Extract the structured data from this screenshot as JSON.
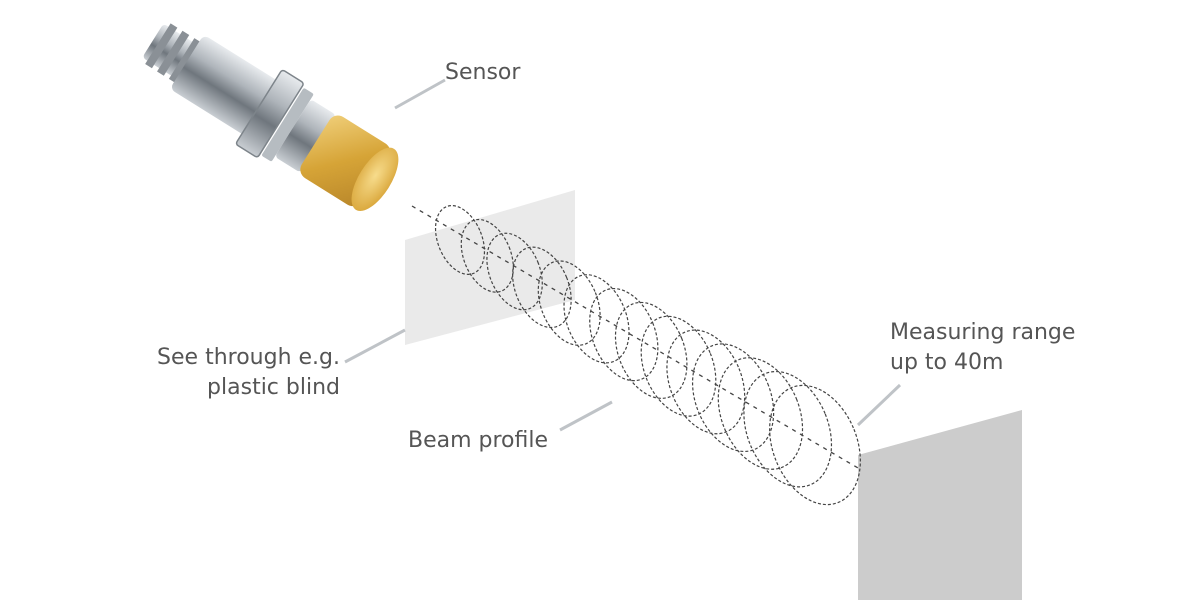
{
  "labels": {
    "sensor": "Sensor",
    "see_through_line1": "See through e.g.",
    "see_through_line2": "plastic blind",
    "beam_profile": "Beam profile",
    "measuring_range_line1": "Measuring range",
    "measuring_range_line2": "up to 40m"
  },
  "colors": {
    "sensor_body": "#9aa0a6",
    "sensor_head": "#d8a93a",
    "panel": "#e6e6e6",
    "target": "#cccccc",
    "beam_outline": "#444444",
    "leader_line": "#bfc3c7",
    "label_text": "#555555"
  },
  "beam": {
    "ellipse_count": 14
  }
}
